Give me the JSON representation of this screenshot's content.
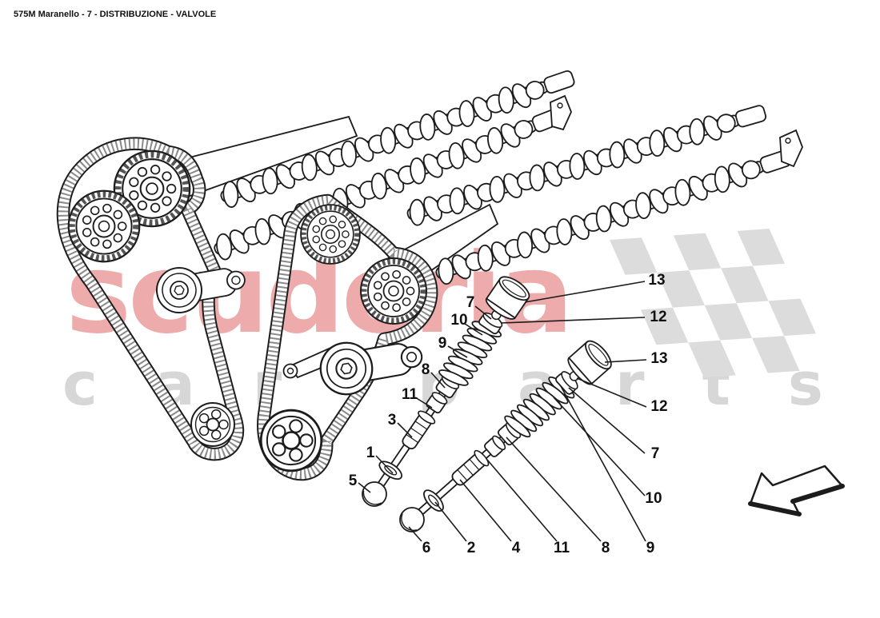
{
  "title": "575M Maranello - 7 - DISTRIBUZIONE - VALVOLE",
  "watermark": {
    "primary": "scuderia",
    "secondary": "car parts"
  },
  "colors": {
    "watermark_red": "#eeabab",
    "watermark_gray": "#d7d7d7",
    "checker_gray": "#dcdcdc",
    "line": "#1c1c1c"
  },
  "callouts": [
    "7",
    "10",
    "9",
    "8",
    "11",
    "3",
    "1",
    "5",
    "6",
    "2",
    "4",
    "11",
    "8",
    "9",
    "10",
    "13",
    "12",
    "13",
    "12",
    "7"
  ]
}
